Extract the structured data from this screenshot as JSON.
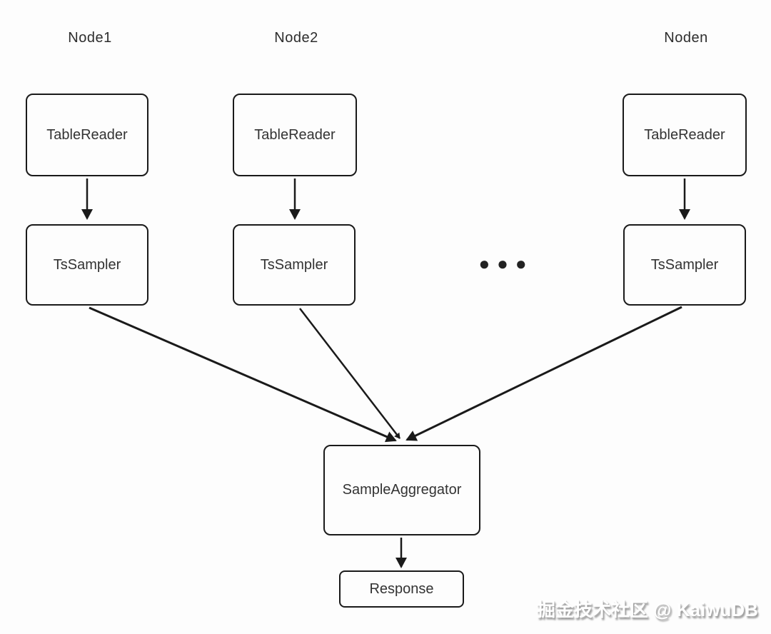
{
  "diagram": {
    "columns": [
      {
        "label": "Node1",
        "reader": "TableReader",
        "sampler": "TsSampler"
      },
      {
        "label": "Node2",
        "reader": "TableReader",
        "sampler": "TsSampler"
      },
      {
        "label": "Noden",
        "reader": "TableReader",
        "sampler": "TsSampler"
      }
    ],
    "ellipsis": "●●●",
    "aggregator": "SampleAggregator",
    "response": "Response",
    "watermark": "掘金技术社区 @ KaiwuDB",
    "colors": {
      "stroke": "#1a1a1a",
      "text": "#333333",
      "background": "#fdfdfd",
      "watermark_shadow": "#9b9b9b"
    }
  }
}
